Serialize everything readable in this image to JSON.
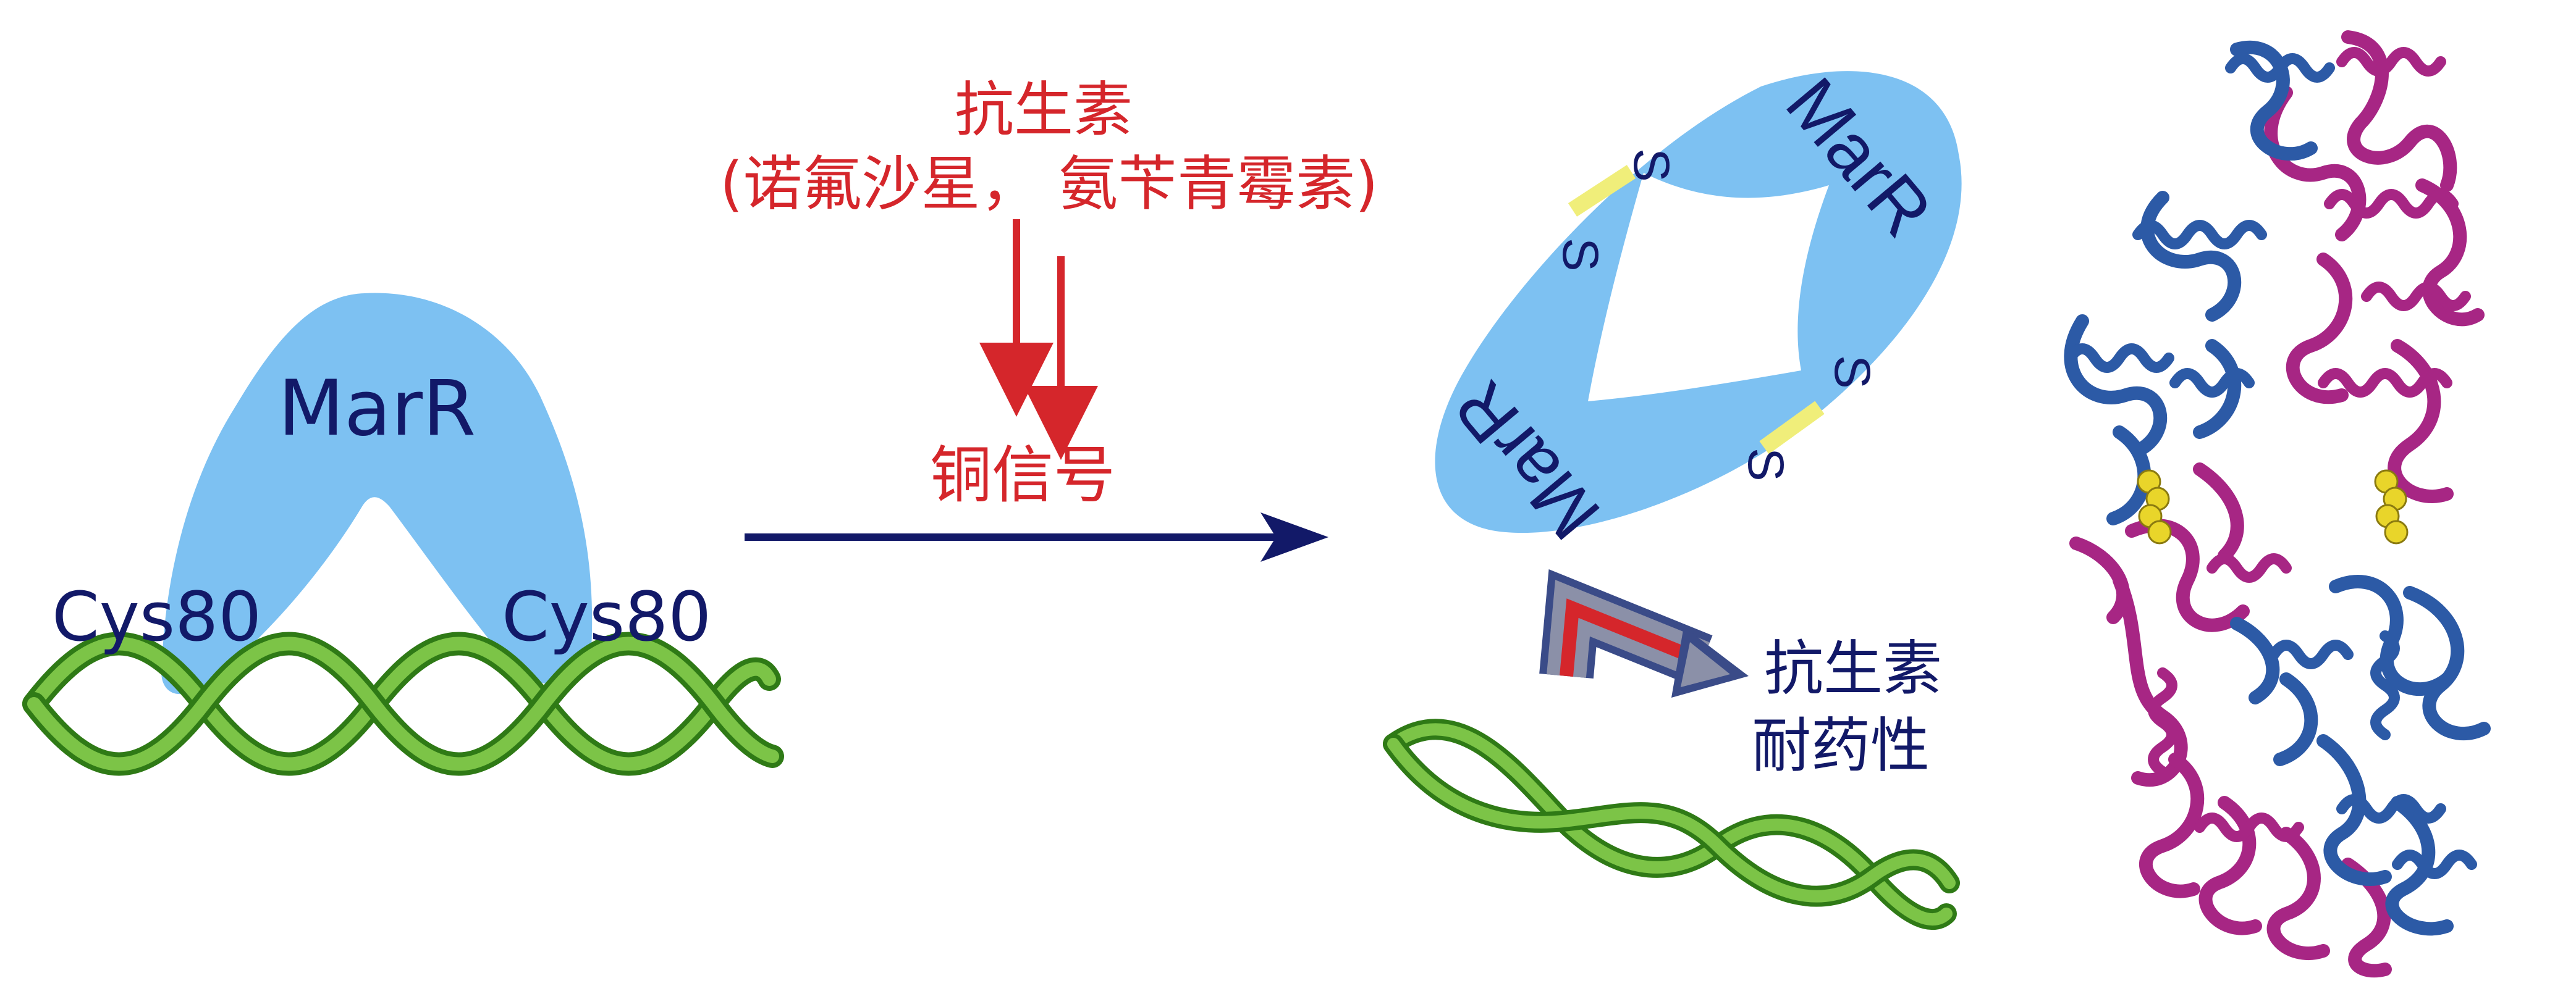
{
  "protein_left": {
    "name": "MarR",
    "cys_left": "Cys80",
    "cys_right": "Cys80"
  },
  "signal": {
    "antibiotic_title": "抗生素",
    "antibiotic_names": "(诺氟沙星， 氨苄青霉素)",
    "copper_signal": "铜信号"
  },
  "dimer": {
    "label_top": "MarR",
    "label_bottom": "MarR",
    "sulfur": [
      "S",
      "S",
      "S",
      "S"
    ]
  },
  "result": {
    "line1": "抗生素",
    "line2": "耐药性"
  },
  "colors": {
    "protein": "#7dc1f2",
    "dna": "#5aac2e",
    "arrow_red": "#d5262b",
    "arrow_main": "#121968",
    "disulfide": "#f0ee7a",
    "structure_blue": "#2c5aa6",
    "structure_magenta": "#a72684"
  }
}
